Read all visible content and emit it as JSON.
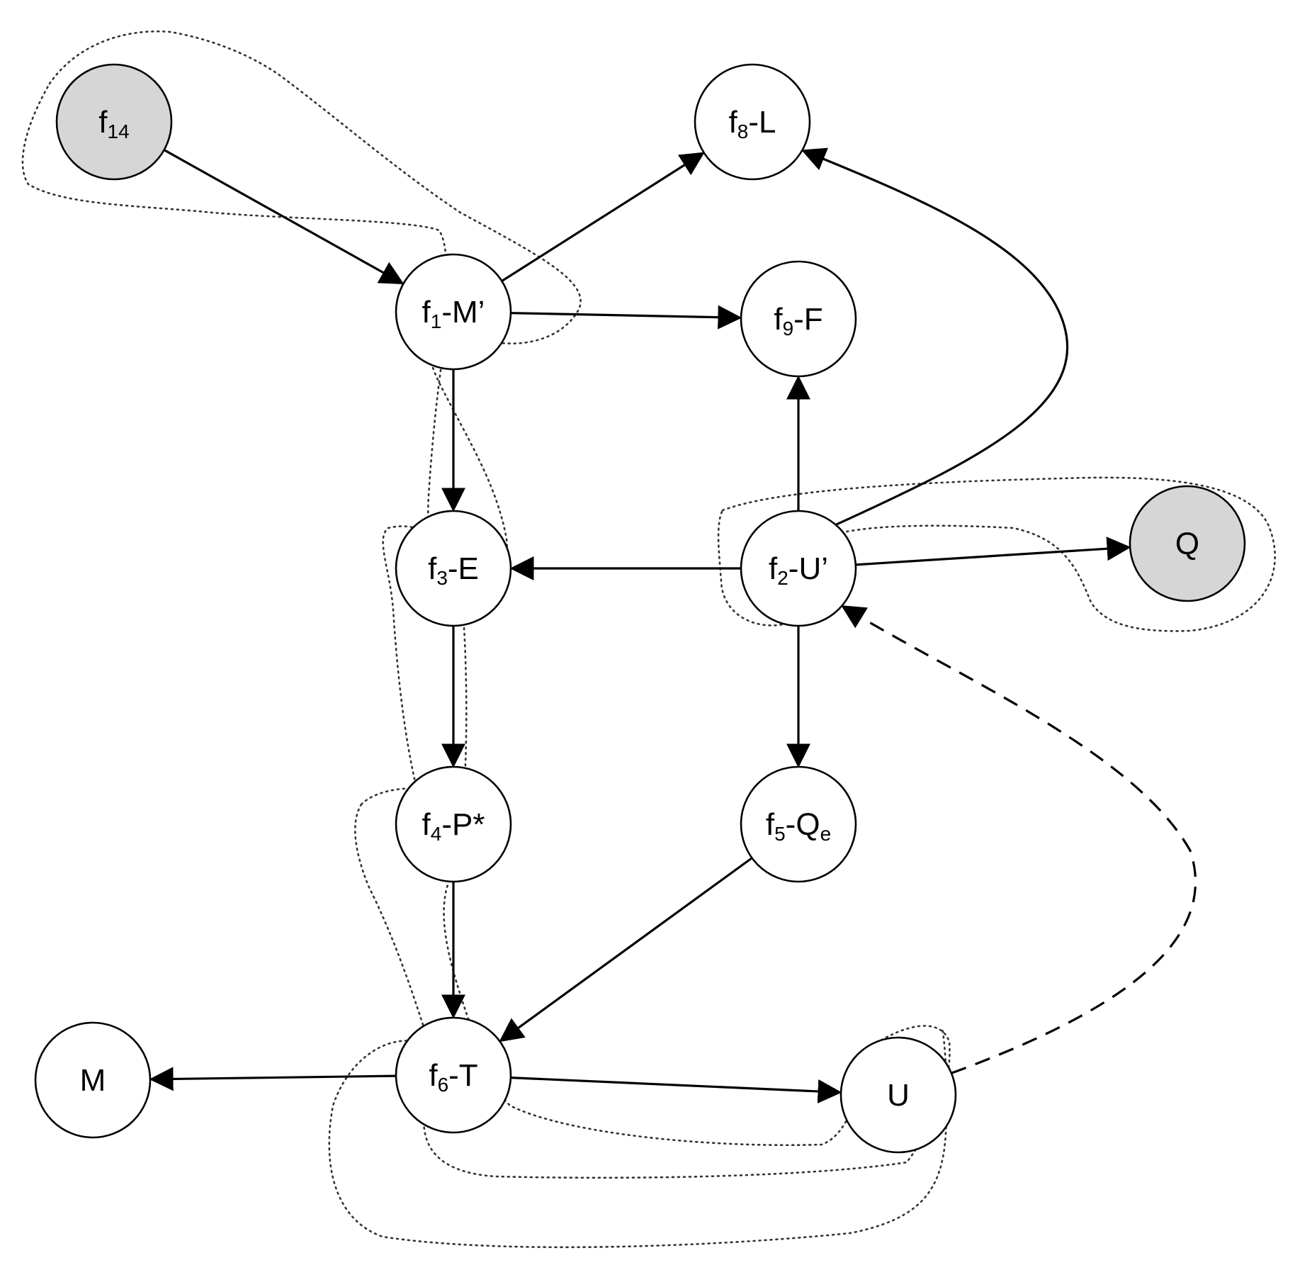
{
  "colors": {
    "plain_node": "#ffffff",
    "shaded_node": "#d6d6d6",
    "stroke": "#000000"
  },
  "nodes": [
    {
      "id": "f14",
      "base": "f",
      "sub": "14",
      "rest": "",
      "shaded": true
    },
    {
      "id": "f8L",
      "base": "f",
      "sub": "8",
      "rest": "-L",
      "shaded": false
    },
    {
      "id": "f1M",
      "base": "f",
      "sub": "1",
      "rest": "-M’",
      "shaded": false
    },
    {
      "id": "f9F",
      "base": "f",
      "sub": "9",
      "rest": "-F",
      "shaded": false
    },
    {
      "id": "f3E",
      "base": "f",
      "sub": "3",
      "rest": "-E",
      "shaded": false
    },
    {
      "id": "f2U",
      "base": "f",
      "sub": "2",
      "rest": "-U’",
      "shaded": false
    },
    {
      "id": "Q",
      "base": "Q",
      "sub": "",
      "rest": "",
      "shaded": true
    },
    {
      "id": "f4P",
      "base": "f",
      "sub": "4",
      "rest": "-P*",
      "shaded": false
    },
    {
      "id": "f5Q",
      "base": "f",
      "sub": "5",
      "rest": "-Q",
      "sub2": "e",
      "shaded": false
    },
    {
      "id": "M",
      "base": "M",
      "sub": "",
      "rest": "",
      "shaded": false
    },
    {
      "id": "f6T",
      "base": "f",
      "sub": "6",
      "rest": "-T",
      "shaded": false
    },
    {
      "id": "U",
      "base": "U",
      "sub": "",
      "rest": "",
      "shaded": false
    }
  ],
  "edges": [
    {
      "from": "f14",
      "to": "f1M",
      "style": "solid"
    },
    {
      "from": "f1M",
      "to": "f8L",
      "style": "solid"
    },
    {
      "from": "f1M",
      "to": "f9F",
      "style": "solid"
    },
    {
      "from": "f1M",
      "to": "f3E",
      "style": "solid"
    },
    {
      "from": "f2U",
      "to": "f9F",
      "style": "solid"
    },
    {
      "from": "f2U",
      "to": "f8L",
      "style": "solid"
    },
    {
      "from": "f2U",
      "to": "f3E",
      "style": "solid"
    },
    {
      "from": "f2U",
      "to": "Q",
      "style": "solid"
    },
    {
      "from": "f2U",
      "to": "f5Q",
      "style": "solid"
    },
    {
      "from": "f3E",
      "to": "f4P",
      "style": "solid"
    },
    {
      "from": "f4P",
      "to": "f6T",
      "style": "solid"
    },
    {
      "from": "f5Q",
      "to": "f6T",
      "style": "solid"
    },
    {
      "from": "f6T",
      "to": "M",
      "style": "solid"
    },
    {
      "from": "f6T",
      "to": "U",
      "style": "solid"
    },
    {
      "from": "U",
      "to": "f2U",
      "style": "dashed"
    }
  ],
  "groups": [
    {
      "id": "group-f14-f1"
    },
    {
      "id": "group-f1-f3"
    },
    {
      "id": "group-f3-f4"
    },
    {
      "id": "group-f4-f6"
    },
    {
      "id": "group-f2-q"
    },
    {
      "id": "group-f6-u-inner"
    },
    {
      "id": "group-f6-u-outer"
    }
  ]
}
